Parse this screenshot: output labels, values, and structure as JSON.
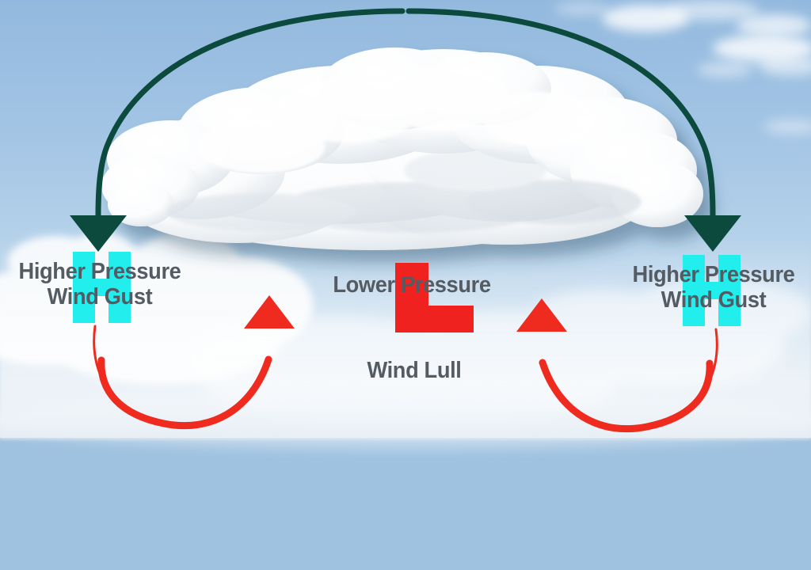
{
  "scene": {
    "title": "Sea breeze pressure and wind diagram",
    "sky_color": "#9fc2e0",
    "sea_color": "#3f71a2"
  },
  "symbols": {
    "high_left": {
      "glyph": "H",
      "color": "#22eeee",
      "meaning": "high-pressure"
    },
    "high_right": {
      "glyph": "H",
      "color": "#22eeee",
      "meaning": "high-pressure"
    },
    "low_center": {
      "glyph": "L",
      "color": "#f0221f",
      "meaning": "low-pressure"
    }
  },
  "labels": {
    "left": {
      "line1": "Higher Pressure",
      "line2": "Wind Gust"
    },
    "right": {
      "line1": "Higher Pressure",
      "line2": "Wind Gust"
    },
    "center_top": "Lower Pressure",
    "center_bottom": "Wind Lull",
    "text_color": "#545b62"
  },
  "arrows": {
    "descending": {
      "color": "#0b4a3d",
      "count": 2,
      "direction": "downward",
      "description": "Dark green arcs from cloud top descending to the high-pressure zones"
    },
    "ascending": {
      "color": "#ef2a1e",
      "count": 2,
      "direction": "upward-inflow",
      "description": "Red arcs curving inward from high pressure toward the low-pressure centre"
    }
  },
  "cloud": {
    "type": "cumulus",
    "fill": "#ffffff",
    "shadow": "rgba(40,60,80,0.45)"
  }
}
